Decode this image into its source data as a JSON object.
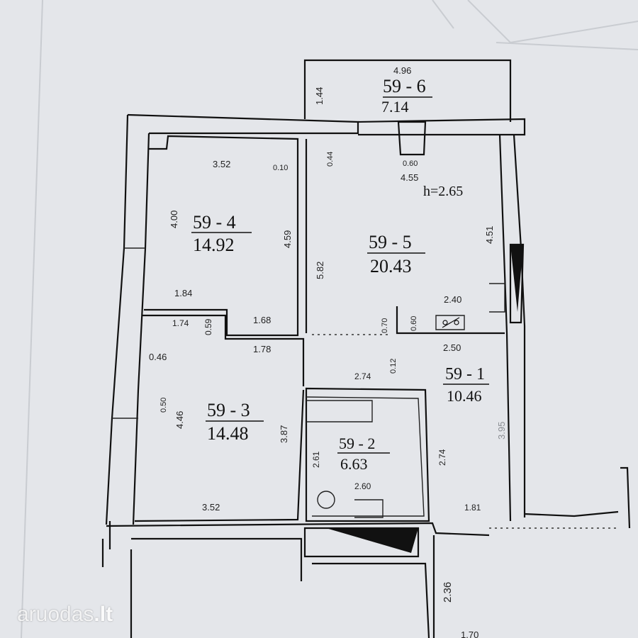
{
  "rooms": [
    {
      "id": "59 - 6",
      "area": "7.14"
    },
    {
      "id": "59 - 4",
      "area": "14.92"
    },
    {
      "id": "59 - 5",
      "area": "20.43"
    },
    {
      "id": "59 - 3",
      "area": "14.48"
    },
    {
      "id": "59 - 2",
      "area": "6.63"
    },
    {
      "id": "59 - 1",
      "area": "10.46"
    }
  ],
  "ceiling_height": "h=2.65",
  "dimensions": {
    "d496": "4.96",
    "d144": "1.44",
    "d352_top": "3.52",
    "d010": "0.10",
    "d044": "0.44",
    "d060_top": "0.60",
    "d455": "4.55",
    "d400": "4.00",
    "d459": "4.59",
    "d582": "5.82",
    "d451": "4.51",
    "d184": "1.84",
    "d240": "2.40",
    "d070": "0.70",
    "d060_mid": "0.60",
    "d174": "1.74",
    "d059": "0.59",
    "d168": "1.68",
    "d250": "2.50",
    "d178": "1.78",
    "d046": "0.46",
    "d012": "0.12",
    "d274_h": "2.74",
    "d050": "0.50",
    "d446": "4.46",
    "d387": "3.87",
    "d261": "2.61",
    "d274_v": "2.74",
    "d395": "3.95",
    "d260": "2.60",
    "d352_bot": "3.52",
    "d181": "1.81",
    "d236": "2.36",
    "d170": "1.70"
  },
  "watermark": {
    "name": "aruodas",
    "tld": ".lt"
  },
  "colors": {
    "paper": "#e4e6ea",
    "ink": "#111111",
    "fold": "#c9ccd1"
  }
}
